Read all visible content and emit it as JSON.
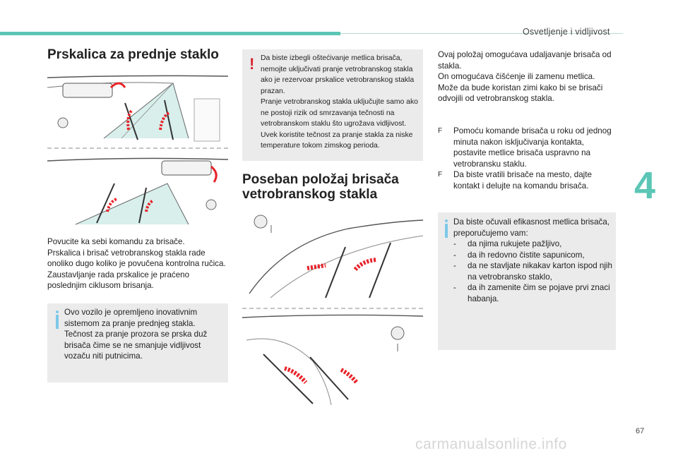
{
  "header": {
    "section_title": "Osvetljenje i vidljivost",
    "chapter_number": "4",
    "page_number": "67"
  },
  "left": {
    "title": "Prskalica za prednje staklo",
    "body": [
      "Povucite ka sebi komandu za brisače.",
      "Prskalica i brisač vetrobranskog stakla rade onoliko dugo koliko je povučena kontrolna ručica.",
      "Zaustavljanje rada prskalice je praćeno poslednjim ciklusom brisanja."
    ],
    "info": "Ovo vozilo je opremljeno inovativnim sistemom za pranje prednjeg stakla. Tečnost za pranje prozora se prska duž brisača čime se ne smanjuje vidljivost vozaču niti putnicima."
  },
  "middle": {
    "warning": [
      "Da biste izbegli oštećivanje metlica brisača, nemojte uključivati pranje vetrobranskog stakla ako je rezervoar prskalice vetrobranskog stakla prazan.",
      "Pranje vetrobranskog stakla uključujte samo ako ne postoji rizik od smrzavanja tečnosti na vetrobranskom staklu što ugrožava vidljivost.",
      "Uvek koristite tečnost za pranje stakla za niske temperature tokom zimskog perioda."
    ],
    "title": "Poseban položaj brisača vetrobranskog stakla"
  },
  "right": {
    "intro": [
      "Ovaj položaj omogućava udaljavanje brisača od stakla.",
      "On omogućava čišćenje ili zamenu metlica. Može da bude koristan zimi kako bi se brisači odvojili od vetrobranskog stakla."
    ],
    "bullets": [
      "Pomoću komande brisača u roku od jednog minuta nakon isključivanja kontakta, postavite metlice brisača uspravno na vetrobransku staklu.",
      "Da biste vratili brisače na mesto, dajte kontakt i delujte na komandu brisača."
    ],
    "bullet_marker": "F",
    "info_intro": "Da biste očuvali efikasnost metlica brisača, preporučujemo vam:",
    "info_items": [
      "da njima rukujete pažljivo,",
      "da ih redovno čistite sapunicom,",
      "da ne stavljate nikakav karton ispod njih na vetrobransko staklo,",
      "da ih zamenite čim se pojave prvi znaci habanja."
    ],
    "dash_marker": "-"
  },
  "watermark": "carmanualsonline.info",
  "colors": {
    "accent": "#5cc6b6",
    "warning": "#d9232e",
    "info": "#7dc8e8",
    "box_bg": "#ebebeb",
    "arrow": "#e8232a"
  }
}
